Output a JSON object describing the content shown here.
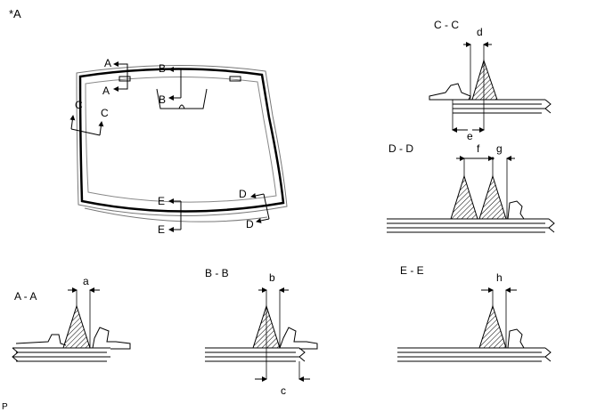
{
  "figure_label": "*A",
  "footer_code": "P",
  "section_marks": {
    "a_top": "A",
    "a_bottom": "A",
    "b_top": "B",
    "b_bottom": "B",
    "c_left": "C",
    "c_right": "C",
    "d_top": "D",
    "d_bottom": "D",
    "e_top": "E",
    "e_bottom": "E"
  },
  "sections": {
    "cc": {
      "title": "C - C",
      "dim1": "d",
      "dim2": "e"
    },
    "dd": {
      "title": "D - D",
      "dim1": "f",
      "dim2": "g"
    },
    "aa": {
      "title": "A - A",
      "dim1": "a"
    },
    "bb": {
      "title": "B - B",
      "dim1": "b",
      "dim2": "c"
    },
    "ee": {
      "title": "E - E",
      "dim1": "h"
    }
  },
  "colors": {
    "line": "#000000",
    "outline_gray": "#777777"
  }
}
